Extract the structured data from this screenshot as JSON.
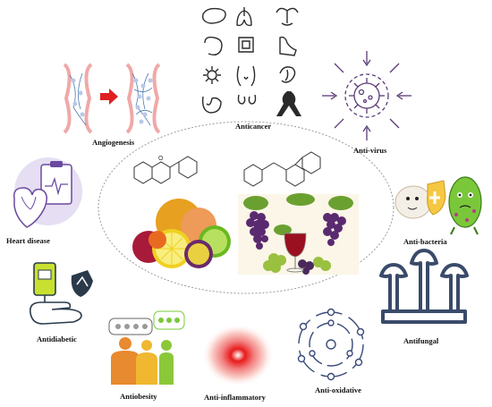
{
  "center": {
    "oval_stroke": "#9a9a9a",
    "structure_left": "flavan-structure",
    "structure_right": "stilbene-structure",
    "image_left": "citrus-fruits-image",
    "image_right": "grapes-wine-image"
  },
  "labels": {
    "angiogenesis": "Angiogenesis",
    "anticancer": "Anticancer",
    "antivirus": "Anti-virus",
    "heart_disease": "Heart disease",
    "antibacteria": "Anti-bacteria",
    "antidiabetic": "Antidiabetic",
    "antifungal": "Antifungal",
    "antiobesity": "Antiobesity",
    "antiinflammatory": "Anti-inflammatory",
    "antioxidative": "Anti-oxidative"
  },
  "colors": {
    "icon_navy": "#2f3a5a",
    "angio_vessel": "#f0a8a8",
    "angio_arrow": "#e02020",
    "virus_purple": "#5a3a78",
    "heart_purple": "#6a4aa0",
    "glow_red": "#e81a1a",
    "orbit_blue": "#3a4a7a"
  }
}
